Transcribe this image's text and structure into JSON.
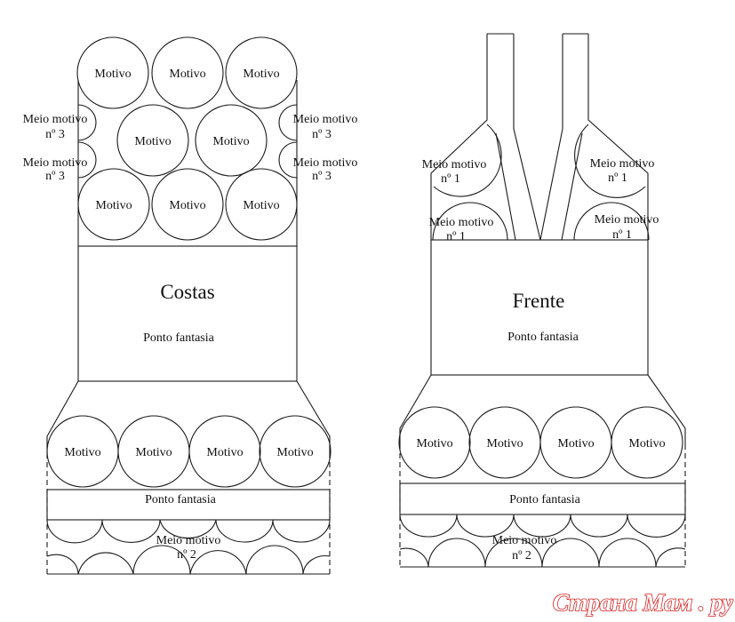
{
  "back": {
    "title": "Costas",
    "motif_label": "Motivo",
    "half_motif_3": [
      "Meio motivo",
      "nº 3"
    ],
    "body_stitch": "Ponto fantasia",
    "band_stitch": "Ponto fantasia",
    "half_motif_2": [
      "Meio motivo",
      "nº 2"
    ]
  },
  "front": {
    "title": "Frente",
    "motif_label": "Motivo",
    "half_motif_1": [
      "Meio motivo",
      "nº 1"
    ],
    "body_stitch": "Ponto fantasia",
    "band_stitch": "Ponto fantasia",
    "half_motif_2": [
      "Meio motivo",
      "nº 2"
    ]
  },
  "watermark": "Страна Мам . ру"
}
